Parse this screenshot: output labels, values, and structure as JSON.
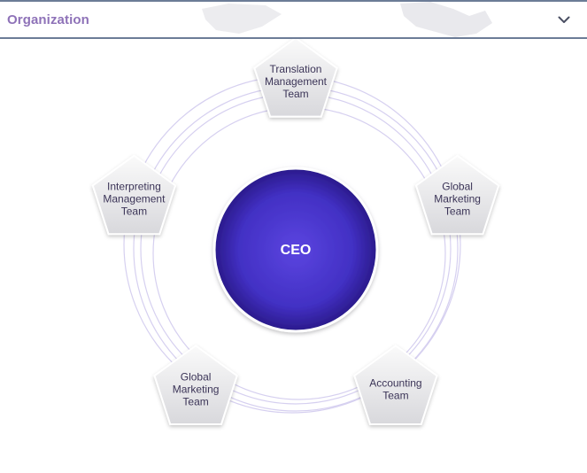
{
  "header": {
    "title": "Organization"
  },
  "icons": {
    "toggle": "chevron-down-icon"
  },
  "diagram": {
    "center": {
      "label": "CEO"
    },
    "teams": [
      {
        "lines": [
          "Translation",
          "Management",
          "Team"
        ]
      },
      {
        "lines": [
          "Global",
          "Marketing",
          "Team"
        ]
      },
      {
        "lines": [
          "Accounting",
          "Team"
        ]
      },
      {
        "lines": [
          "Global",
          "Marketing",
          "Team"
        ]
      },
      {
        "lines": [
          "Interpreting",
          "Management",
          "Team"
        ]
      }
    ]
  },
  "colors": {
    "title": "#8e72b8",
    "header_border": "#6c7c97",
    "ceo_center": "#5b45e0",
    "ceo_edge": "#2a1a8a",
    "ring": "#d6d0f0",
    "node_text": "#3b3457"
  }
}
